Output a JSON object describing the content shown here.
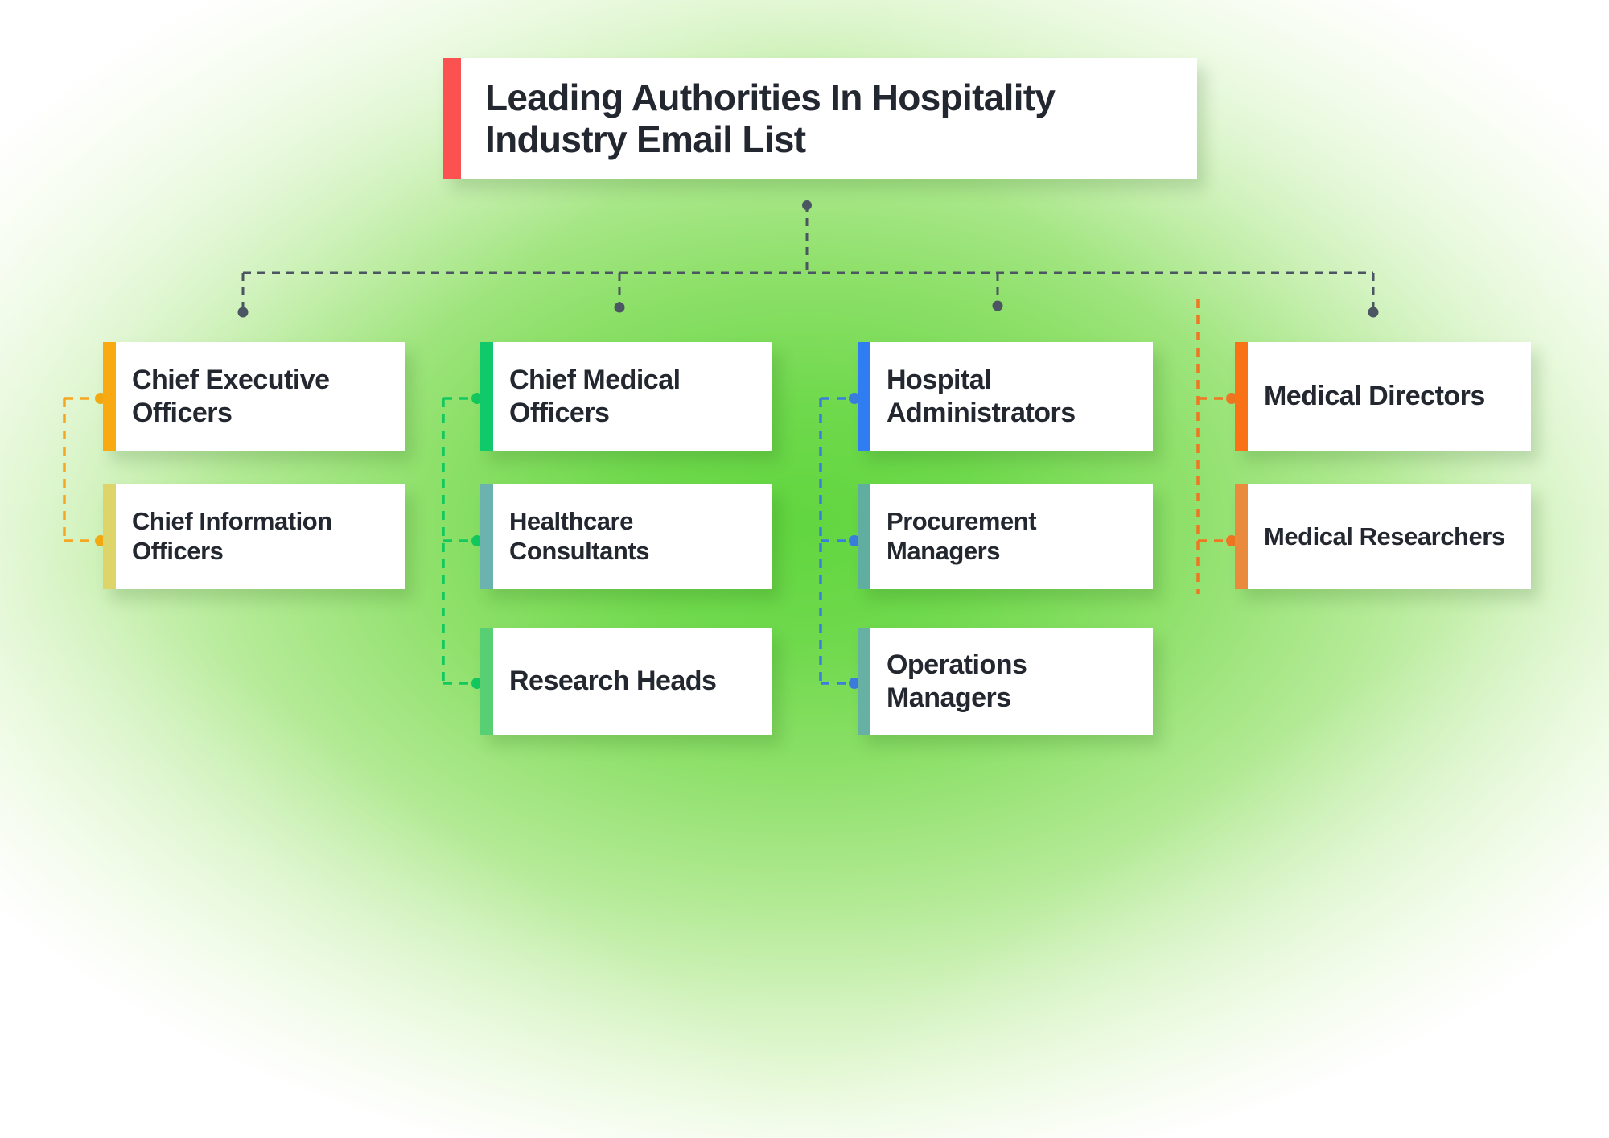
{
  "title": {
    "text": "Leading Authorities In Hospitality Industry Email List",
    "accent": "#fc5151"
  },
  "background": {
    "center_color": "#61d63f",
    "edge_color": "#ffffff"
  },
  "chart_data": {
    "type": "org-chart",
    "orientation": "top-down",
    "root": "Leading Authorities In Hospitality Industry Email List",
    "branches": [
      {
        "id": "branch-1",
        "connector_color": "#f5a623",
        "nodes": [
          {
            "label": "Chief Executive Officers",
            "accent": "#f9a912"
          },
          {
            "label": "Chief Information Officers",
            "accent": "#ddd46a"
          }
        ]
      },
      {
        "id": "branch-2",
        "connector_color": "#13c85f",
        "nodes": [
          {
            "label": "Chief Medical Officers",
            "accent": "#0fc96a"
          },
          {
            "label": "Healthcare Consultants",
            "accent": "#6cb2ae"
          },
          {
            "label": "Research Heads",
            "accent": "#57cf72"
          }
        ]
      },
      {
        "id": "branch-3",
        "connector_color": "#3b7ddd",
        "nodes": [
          {
            "label": "Hospital Administrators",
            "accent": "#2f7df0"
          },
          {
            "label": "Procurement Managers",
            "accent": "#5fae9f"
          },
          {
            "label": "Operations Managers",
            "accent": "#67b0a4"
          }
        ]
      },
      {
        "id": "branch-4",
        "connector_color": "#ef7622",
        "nodes": [
          {
            "label": "Medical Directors",
            "accent": "#f97316"
          },
          {
            "label": "Medical Researchers",
            "accent": "#e98a3c"
          }
        ]
      }
    ]
  },
  "trunk": {
    "color": "#4c5562"
  }
}
